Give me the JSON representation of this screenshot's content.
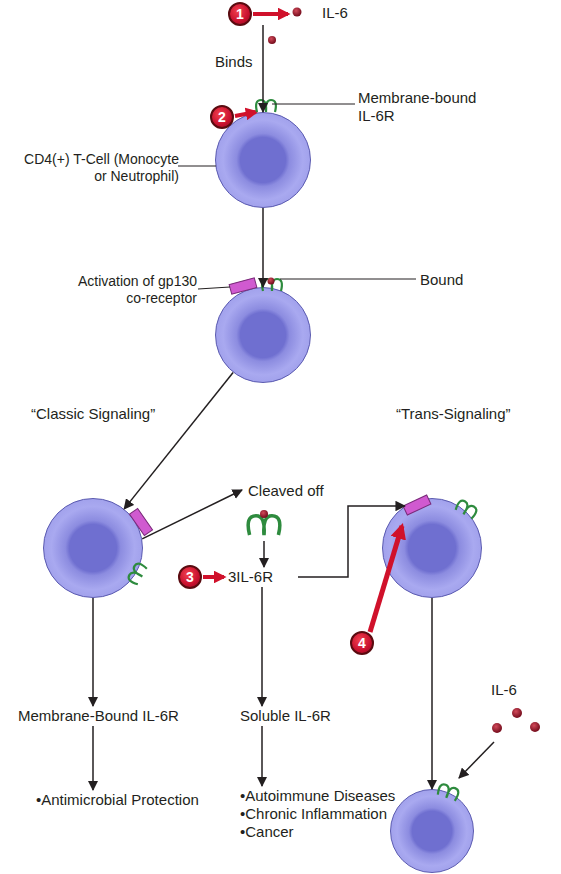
{
  "diagram": {
    "nodes": [
      {
        "text": [
          "IL-6"
        ]
      },
      {
        "text": [
          "Membrane-bound IL-6R",
          "CD4(+) T-Cell (Monocyte or Neutrophil)"
        ]
      },
      {
        "text": [
          "Activation of gp130 co-receptor",
          "Bound"
        ]
      },
      {
        "text": [
          "“Classic Signaling”"
        ]
      },
      {
        "text": [
          "Cleaved off"
        ]
      },
      {
        "text": [
          "“Trans-Signaling”"
        ]
      },
      {
        "text": [
          "3IL-6R"
        ]
      },
      {
        "text": [
          "Membrane-Bound IL-6R"
        ]
      },
      {
        "text": [
          "Soluble IL-6R"
        ]
      },
      {
        "text": [
          "IL-6"
        ]
      },
      {
        "text": [
          "•Antimicrobial Protection"
        ]
      },
      {
        "text": [
          "•Autoimmune Diseases",
          "•Chronic Inflammation",
          "•Cancer"
        ]
      }
    ],
    "edges": [
      {
        "from": 0,
        "to": 1,
        "label": "Binds",
        "arrow": "to"
      },
      {
        "from": 1,
        "to": 2,
        "arrow": "to"
      },
      {
        "from": 2,
        "to": 3,
        "arrow": "to"
      },
      {
        "from": 3,
        "to": 4,
        "arrow": "to"
      },
      {
        "from": 4,
        "to": 6,
        "arrow": "to"
      },
      {
        "from": 6,
        "to": 5,
        "arrow": "to"
      },
      {
        "from": 3,
        "to": 7,
        "arrow": "to"
      },
      {
        "from": 7,
        "to": 10,
        "arrow": "to"
      },
      {
        "from": 6,
        "to": 8,
        "arrow": "to"
      },
      {
        "from": 8,
        "to": 11,
        "arrow": "to"
      },
      {
        "from": 5,
        "to": 9,
        "arrow": "to"
      }
    ],
    "labels": [
      "1",
      "2",
      "3",
      "4"
    ]
  }
}
